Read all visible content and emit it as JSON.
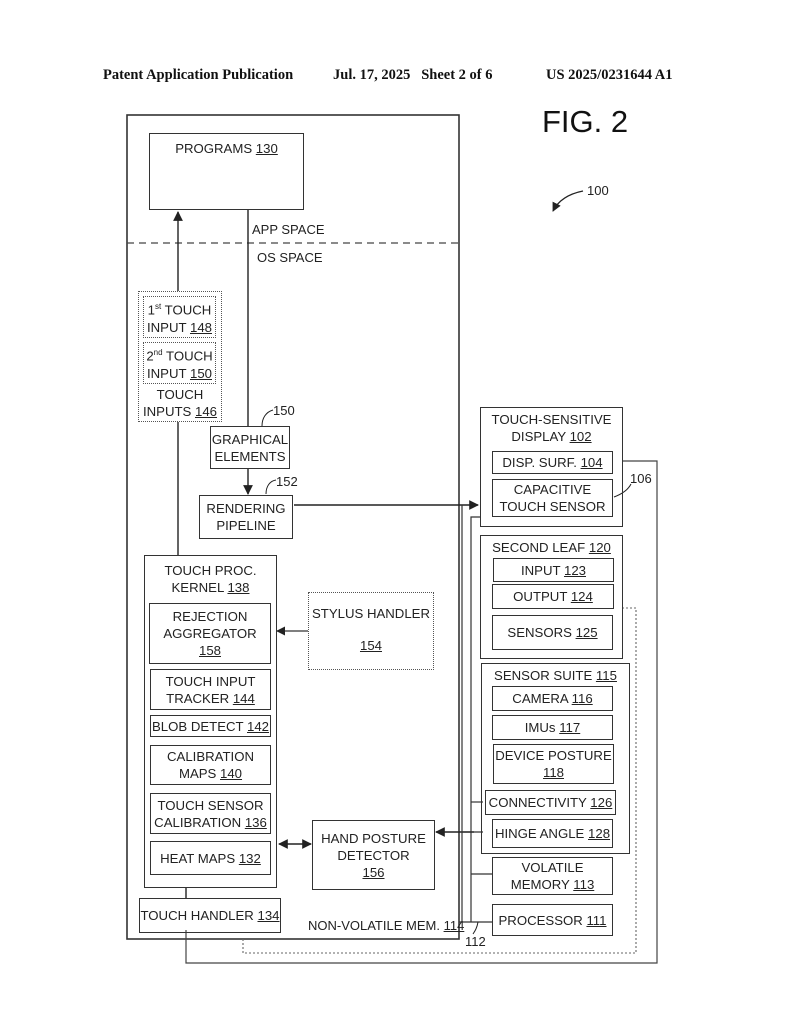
{
  "header": {
    "publication": "Patent Application Publication",
    "date_sheet": "Jul. 17, 2025   Sheet 2 of 6",
    "patent_number": "US 2025/0231644 A1"
  },
  "figure": {
    "title": "FIG. 2",
    "system_ref": "100"
  },
  "regions": {
    "app_space": "APP SPACE",
    "os_space": "OS SPACE",
    "non_volatile_label": "NON-VOLATILE MEM.",
    "non_volatile_ref": "114"
  },
  "blocks": {
    "programs": {
      "label": "PROGRAMS",
      "ref": "130"
    },
    "touch_input_1": {
      "ord": "1",
      "sup": "st",
      "label": " TOUCH",
      "line2": "INPUT",
      "ref": "148"
    },
    "touch_input_2": {
      "ord": "2",
      "sup": "nd",
      "label": " TOUCH",
      "line2": "INPUT",
      "ref": "150"
    },
    "touch_inputs": {
      "line1": "TOUCH",
      "line2": "INPUTS",
      "ref": "146"
    },
    "graphical_elements": {
      "line1": "GRAPHICAL",
      "line2": "ELEMENTS",
      "callout": "150"
    },
    "rendering_pipeline": {
      "line1": "RENDERING",
      "line2": "PIPELINE",
      "callout": "152"
    },
    "touch_proc_kernel": {
      "line1": "TOUCH PROC.",
      "line2": "KERNEL",
      "ref": "138"
    },
    "rejection_aggregator": {
      "line1": "REJECTION",
      "line2": "AGGREGATOR",
      "ref": "158"
    },
    "touch_input_tracker": {
      "line1": "TOUCH INPUT",
      "line2": "TRACKER",
      "ref": "144"
    },
    "blob_detect": {
      "label": "BLOB DETECT",
      "ref": "142"
    },
    "calibration_maps": {
      "line1": "CALIBRATION",
      "line2": "MAPS",
      "ref": "140"
    },
    "touch_sensor_calibration": {
      "line1": "TOUCH SENSOR",
      "line2": "CALIBRATION",
      "ref": "136"
    },
    "heat_maps": {
      "label": "HEAT MAPS",
      "ref": "132"
    },
    "touch_handler": {
      "label": "TOUCH HANDLER",
      "ref": "134"
    },
    "stylus_handler": {
      "label": "STYLUS HANDLER",
      "ref": "154"
    },
    "hand_posture_detector": {
      "line1": "HAND POSTURE",
      "line2": "DETECTOR",
      "ref": "156"
    },
    "touch_sensitive_display": {
      "line1": "TOUCH-SENSITIVE",
      "line2": "DISPLAY",
      "ref": "102"
    },
    "disp_surf": {
      "label": "DISP. SURF.",
      "ref": "104"
    },
    "capacitive_touch_sensor": {
      "line1": "CAPACITIVE",
      "line2": "TOUCH SENSOR",
      "callout": "106"
    },
    "second_leaf": {
      "label": "SECOND LEAF",
      "ref": "120"
    },
    "input": {
      "label": "INPUT",
      "ref": "123"
    },
    "output": {
      "label": "OUTPUT",
      "ref": "124"
    },
    "sensors": {
      "label": "SENSORS",
      "ref": "125"
    },
    "sensor_suite": {
      "label": "SENSOR SUITE",
      "ref": "115"
    },
    "camera": {
      "label": "CAMERA",
      "ref": "116"
    },
    "imus": {
      "label": "IMUs",
      "ref": "117"
    },
    "device_posture": {
      "line1": "DEVICE POSTURE",
      "ref": "118"
    },
    "connectivity": {
      "label": "CONNECTIVITY",
      "ref": "126"
    },
    "hinge_angle": {
      "label": "HINGE ANGLE",
      "ref": "128"
    },
    "volatile_memory": {
      "line1": "VOLATILE",
      "line2": "MEMORY",
      "ref": "113"
    },
    "processor": {
      "label": "PROCESSOR",
      "ref": "111"
    },
    "bus_callout": "112"
  }
}
